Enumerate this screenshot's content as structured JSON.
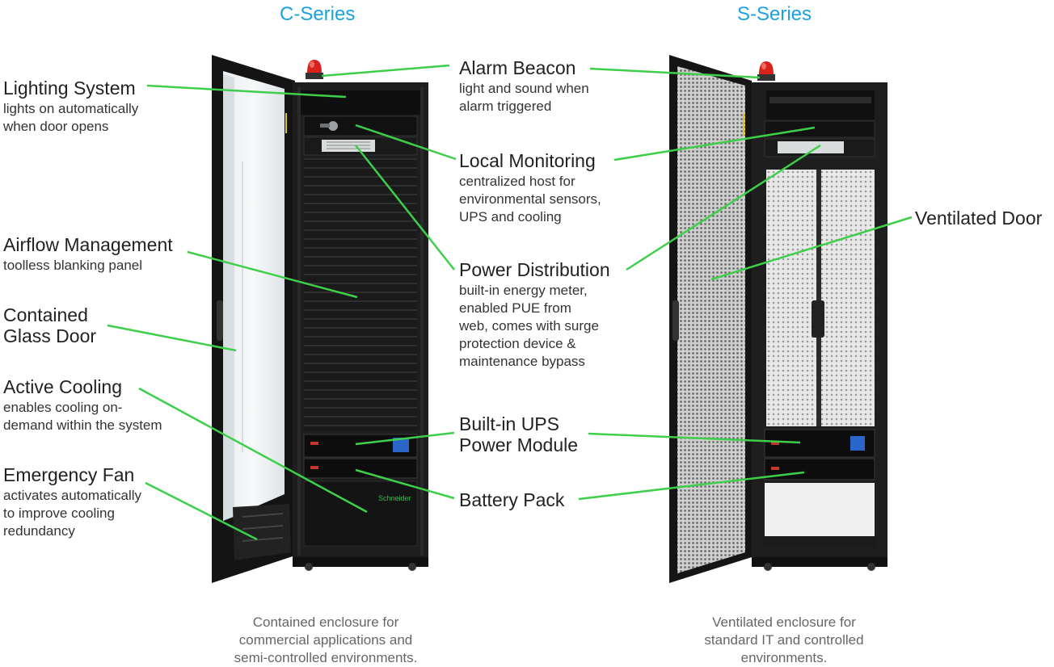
{
  "series": {
    "c_title": "C-Series",
    "s_title": "S-Series",
    "c_caption": "Contained enclosure for\ncommercial applications and\nsemi-controlled environments.",
    "s_caption": "Ventilated enclosure for\nstandard IT and controlled\nenvironments."
  },
  "callouts": {
    "lighting": {
      "title": "Lighting System",
      "desc": "lights on automatically\nwhen door opens"
    },
    "airflow": {
      "title": "Airflow Management",
      "desc": "toolless blanking panel"
    },
    "glass": {
      "title": "Contained\nGlass Door",
      "desc": ""
    },
    "cooling": {
      "title": "Active Cooling",
      "desc": "enables cooling on-\ndemand within the system"
    },
    "fan": {
      "title": "Emergency Fan",
      "desc": "activates automatically\nto improve cooling\nredundancy"
    },
    "beacon": {
      "title": "Alarm Beacon",
      "desc": "light and sound when\nalarm triggered"
    },
    "monitoring": {
      "title": "Local Monitoring",
      "desc": "centralized host for\nenvironmental sensors,\nUPS and cooling"
    },
    "power": {
      "title": "Power Distribution",
      "desc": "built-in energy meter,\nenabled PUE from\nweb, comes with surge\nprotection device &\nmaintenance bypass"
    },
    "ups": {
      "title": "Built-in UPS\nPower Module",
      "desc": ""
    },
    "battery": {
      "title": "Battery Pack",
      "desc": ""
    },
    "vent_door": {
      "title": "Ventilated Door",
      "desc": ""
    }
  },
  "colors": {
    "accent": "#1ba1e2",
    "leader": "#3ecf4a",
    "cabinet": "#1e1e1e",
    "beacon": "#d9221c"
  },
  "icons": {
    "alarm": "alarm-beacon-icon",
    "logo": "schneider-logo-icon"
  }
}
